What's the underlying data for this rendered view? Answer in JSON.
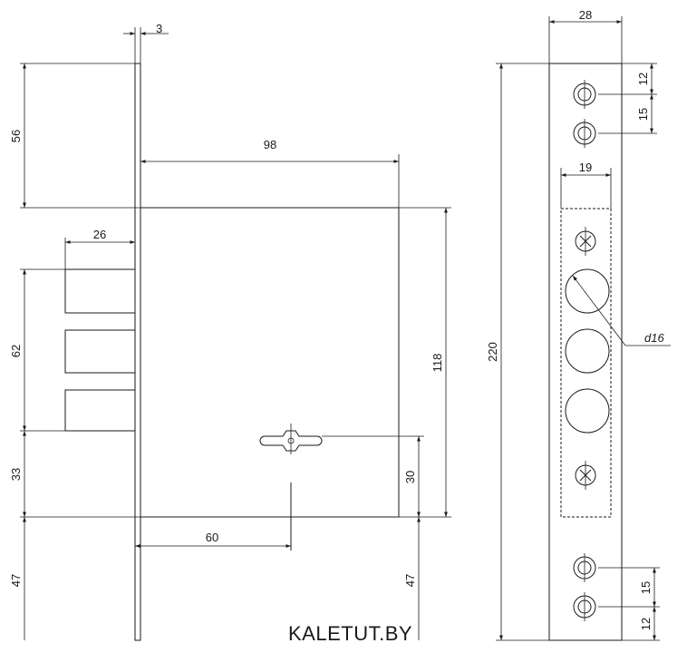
{
  "brand_label": "KALETUT.BY",
  "side_view": {
    "dims": {
      "plate_thickness": "3",
      "top_offset": "56",
      "body_width": "98",
      "bolt_depth": "26",
      "body_height": "118",
      "bolt_span": "62",
      "bolt_to_bottom": "33",
      "key_height": "30",
      "backset": "60",
      "bottom_left": "47",
      "bottom_right": "47"
    }
  },
  "front_view": {
    "dims": {
      "plate_width": "28",
      "plate_height": "220",
      "top_hole_offset": "12",
      "top_hole_pitch": "15",
      "cutout_width": "19",
      "hole_diameter": "d16",
      "bottom_hole_pitch": "15",
      "bottom_hole_offset": "12"
    }
  }
}
